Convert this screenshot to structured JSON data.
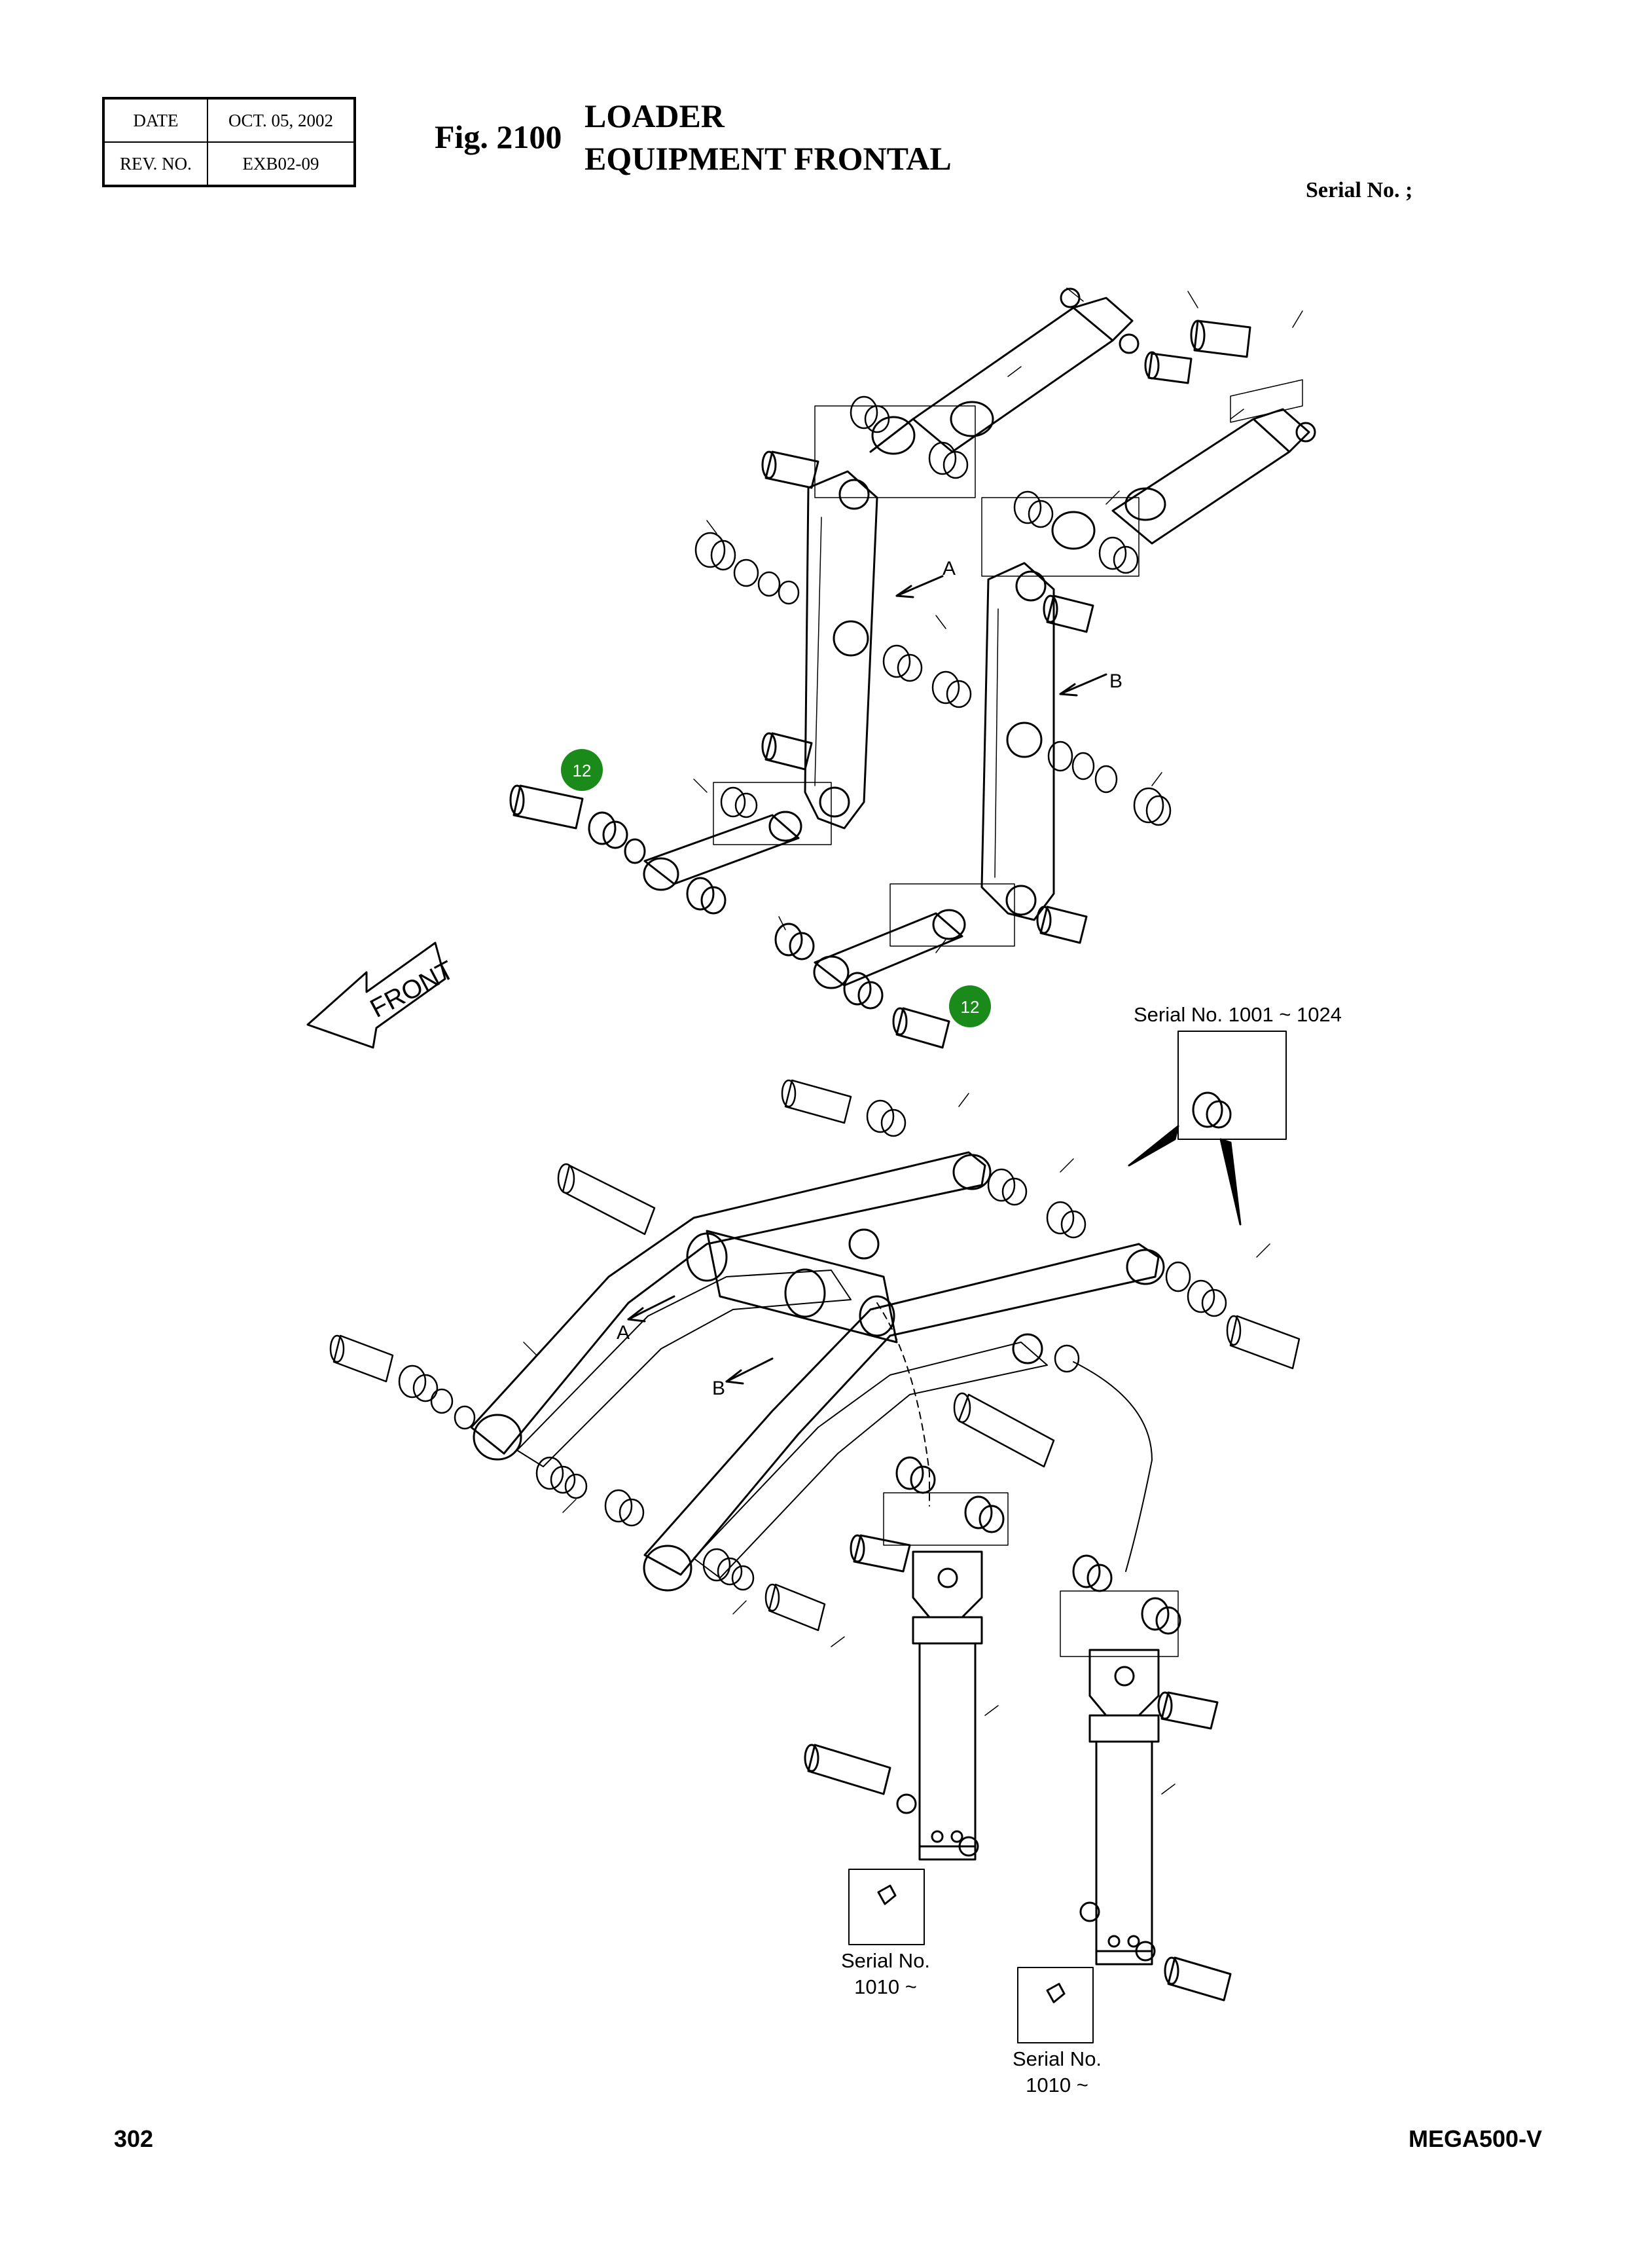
{
  "header": {
    "date_label": "DATE",
    "date_value": "OCT. 05, 2002",
    "rev_label": "REV. NO.",
    "rev_value": "EXB02-09"
  },
  "figure": {
    "number": "Fig. 2100",
    "title_line1": "LOADER",
    "title_line2": "EQUIPMENT FRONTAL"
  },
  "serial_top": "Serial No. ;",
  "drawing": {
    "front_arrow_label": "FRONT",
    "view_label_a": "A",
    "view_label_b": "B",
    "callout_number": "12",
    "callout_color": "#1a8a1a",
    "inset_serial_1": "Serial No. 1001 ~ 1024",
    "inset_serial_2_line1": "Serial No.",
    "inset_serial_2_line2": "1010 ~",
    "inset_serial_3_line1": "Serial No.",
    "inset_serial_3_line2": "1010 ~"
  },
  "footer": {
    "page_number": "302",
    "model": "MEGA500-V"
  }
}
